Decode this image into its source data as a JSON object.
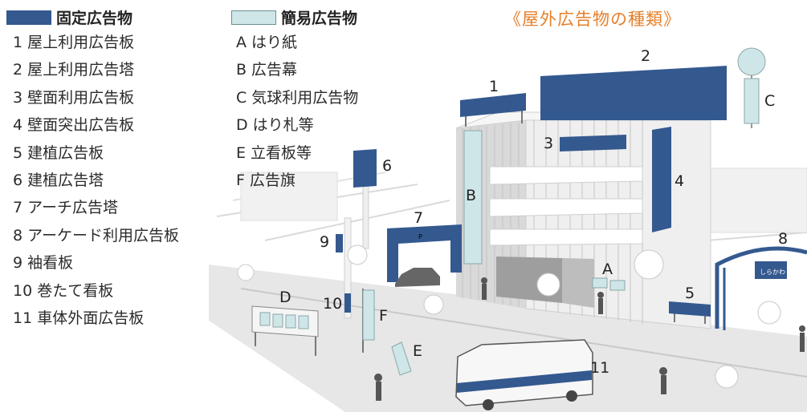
{
  "title": "《屋外広告物の種類》",
  "legend_fixed": {
    "label": "固定広告物",
    "color": "#34598f"
  },
  "legend_simple": {
    "label": "簡易広告物",
    "color": "#cfe6e8"
  },
  "fixed_items": [
    {
      "num": "1",
      "label": "屋上利用広告板"
    },
    {
      "num": "2",
      "label": "屋上利用広告塔"
    },
    {
      "num": "3",
      "label": "壁面利用広告板"
    },
    {
      "num": "4",
      "label": "壁面突出広告板"
    },
    {
      "num": "5",
      "label": "建植広告板"
    },
    {
      "num": "6",
      "label": "建植広告塔"
    },
    {
      "num": "7",
      "label": "アーチ広告塔"
    },
    {
      "num": "8",
      "label": "アーケード利用広告板"
    },
    {
      "num": "9",
      "label": "袖看板"
    },
    {
      "num": "10",
      "label": "巻たて看板"
    },
    {
      "num": "11",
      "label": "車体外面広告板"
    }
  ],
  "simple_items": [
    {
      "num": "A",
      "label": "はり紙"
    },
    {
      "num": "B",
      "label": "広告幕"
    },
    {
      "num": "C",
      "label": "気球利用広告物"
    },
    {
      "num": "D",
      "label": "はり札等"
    },
    {
      "num": "E",
      "label": "立看板等"
    },
    {
      "num": "F",
      "label": "広告旗"
    }
  ],
  "scene_labels": {
    "l1": "1",
    "l2": "2",
    "l3": "3",
    "l4": "4",
    "l5": "5",
    "l6": "6",
    "l7": "7",
    "l8": "8",
    "l9": "9",
    "l10": "10",
    "l11": "11",
    "lA": "A",
    "lB": "B",
    "lC": "C",
    "lD": "D",
    "lE": "E",
    "lF": "F",
    "arch_sign": "P",
    "arcade_sign": "しらかわ"
  }
}
